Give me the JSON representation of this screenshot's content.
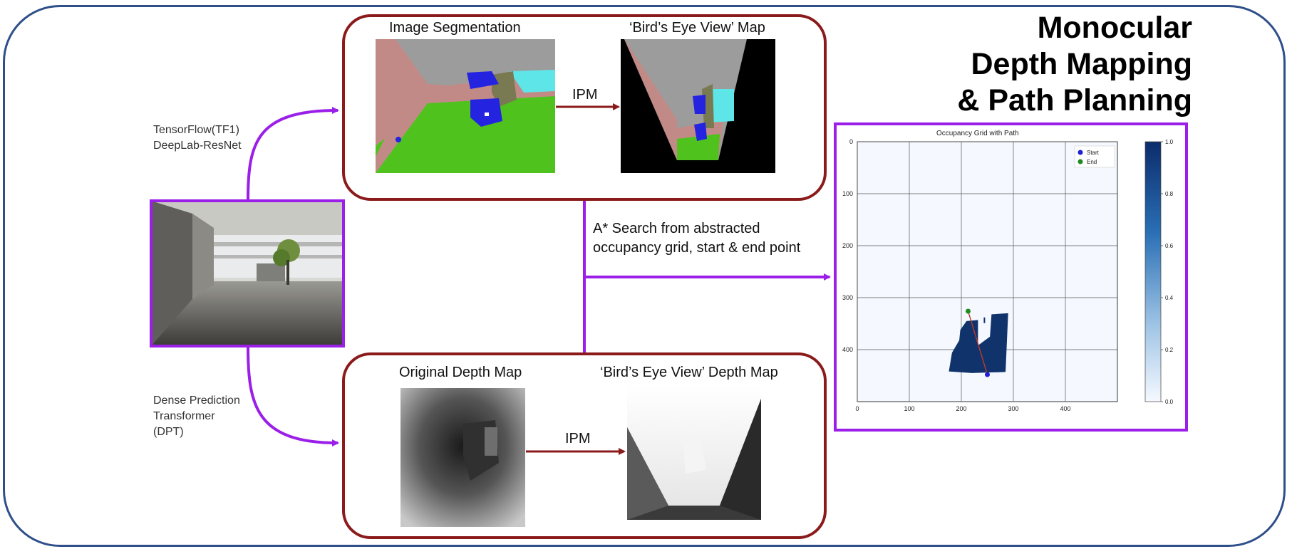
{
  "title": {
    "line1": "Monocular",
    "line2": "Depth Mapping",
    "line3": "& Path Planning"
  },
  "top_panel": {
    "left_label": "Image Segmentation",
    "right_label": "‘Bird’s Eye View’ Map",
    "arrow_label": "IPM"
  },
  "bottom_panel": {
    "left_label": "Original Depth Map",
    "right_label": "‘Bird’s Eye View’ Depth Map",
    "arrow_label": "IPM"
  },
  "left_caption_top": {
    "line1": "TensorFlow(TF1)",
    "line2": "DeepLab-ResNet"
  },
  "left_caption_bottom": {
    "line1": "Dense Prediction",
    "line2": "Transformer",
    "line3": "(DPT)"
  },
  "middle_caption": {
    "line1": "A* Search from abstracted",
    "line2": "occupancy grid, start & end point"
  },
  "colors": {
    "purple": "#9b1fe8",
    "dark_red": "#8b1a1a",
    "navy": "#2f4f8a",
    "grid_blue": "#11336b"
  },
  "chart_data": {
    "type": "heatmap",
    "title": "Occupancy Grid with Path",
    "x_ticks": [
      "0",
      "100",
      "200",
      "300",
      "400"
    ],
    "y_ticks": [
      "0",
      "100",
      "200",
      "300",
      "400"
    ],
    "xlim": [
      0,
      500
    ],
    "ylim": [
      500,
      0
    ],
    "colorbar_ticks": [
      "1.0",
      "0.8",
      "0.6",
      "0.4",
      "0.2",
      "0.0"
    ],
    "colorbar_range": [
      0,
      1
    ],
    "grid": true,
    "legend": {
      "placement": "top-right",
      "entries": [
        "Start",
        "End"
      ]
    },
    "start": {
      "x": 250,
      "y": 448,
      "color": "#1f1fd6"
    },
    "end": {
      "x": 213,
      "y": 326,
      "color": "#1f8a1f"
    },
    "path_color": "#c0392b",
    "occupied_region": [
      [
        210,
        345
      ],
      [
        232,
        343
      ],
      [
        232,
        392
      ],
      [
        255,
        375
      ],
      [
        258,
        332
      ],
      [
        290,
        330
      ],
      [
        285,
        443
      ],
      [
        220,
        445
      ],
      [
        176,
        442
      ],
      [
        182,
        406
      ],
      [
        196,
        382
      ],
      [
        198,
        362
      ]
    ]
  }
}
